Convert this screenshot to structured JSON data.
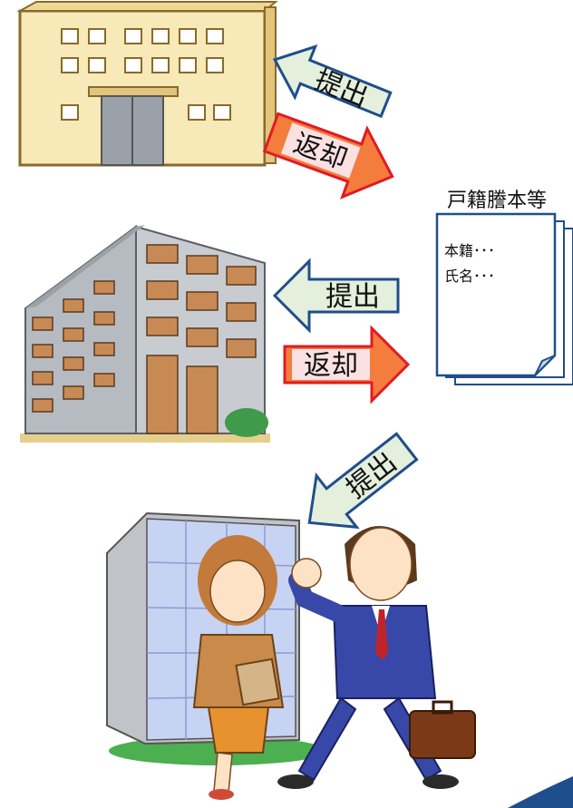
{
  "arrows": {
    "top_submit": "提出",
    "top_return": "返却",
    "mid_submit": "提出",
    "mid_return": "返却",
    "bottom_submit": "提出"
  },
  "document": {
    "title": "戸籍謄本等",
    "line1": "本籍･･･",
    "line2": "氏名･･･"
  },
  "colors": {
    "submit_fill": "#e4efdc",
    "submit_stroke": "#1f4e8c",
    "return_fill": "#f47c3c",
    "return_stroke": "#e01b24",
    "return_label_bg": "#fbe1e1",
    "doc_stroke": "#1f4e8c",
    "building_wall": "#f7e9b8"
  }
}
